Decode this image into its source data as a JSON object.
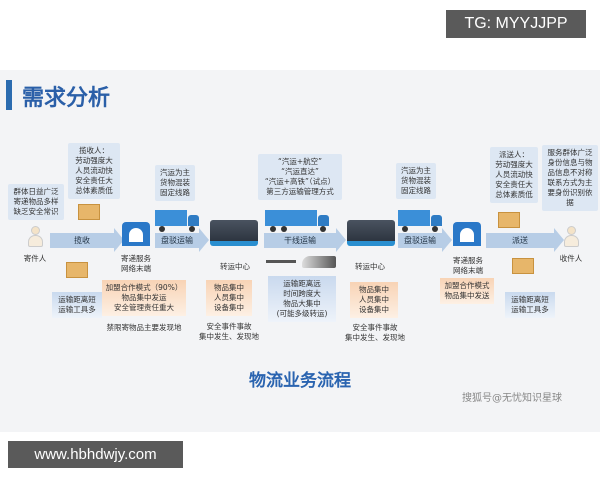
{
  "watermark_top": "TG: MYYJJPP",
  "watermark_bottom": "www.hbhdwjy.com",
  "slide_title": "需求分析",
  "diagram_title": "物流业务流程",
  "source_credit": "搜狐号@无忧知识星球",
  "colors": {
    "title": "#2a5fa8",
    "arrow": "#b7cde6",
    "orange_box": "#f8d3b5",
    "blue_box": "#c9d9ee"
  },
  "nodes": {
    "sender": "寄件人",
    "network_end_1": "寄递服务\n网络末端",
    "transfer_1": "转运中心",
    "transfer_2": "转运中心",
    "network_end_2": "寄递服务\n网络末端",
    "receiver": "收件人"
  },
  "arrows": {
    "pickup": "揽收",
    "short_haul_1": "盘驳运输",
    "trunk": "干线运输",
    "short_haul_2": "盘驳运输",
    "delivery": "派送"
  },
  "bubbles": {
    "sender": "群体日益广泛\n寄递物品多样\n缺乏安全常识",
    "courier_pickup": "揽收人：\n劳动强度大\n人员流动快\n安全责任大\n总体素质低",
    "short_haul_1": "汽运为主\n货物混装\n固定线路",
    "trunk": "“汽运+航空”\n“汽运直达”\n“汽运+高铁”（试点）\n第三方运输管理方式",
    "short_haul_2": "汽运为主\n货物混装\n固定线路",
    "courier_delivery": "派送人：\n劳动强度大\n人员流动快\n安全责任大\n总体素质低",
    "receiver": "服务群体广泛\n身份信息与物品信息不对称\n联系方式为主要身份识别依据"
  },
  "notes": {
    "pickup_transport": "运输距离短\n运输工具多",
    "network_end_1": "加盟合作模式（90%）\n物品集中发运\n安全管理责任重大",
    "network_end_1_sub": "禁限寄物品主要发现地",
    "transfer_1": "物品集中\n人员集中\n设备集中",
    "transfer_1_sub": "安全事件事故\n集中发生、发现地",
    "trunk": "运输距离远\n时间跨度大\n物品大集中\n(可能多级转运)",
    "transfer_2": "物品集中\n人员集中\n设备集中",
    "transfer_2_sub": "安全事件事故\n集中发生、发现地",
    "network_end_2": "加盟合作模式\n物品集中发送",
    "delivery_transport": "运输距离短\n运输工具多"
  }
}
